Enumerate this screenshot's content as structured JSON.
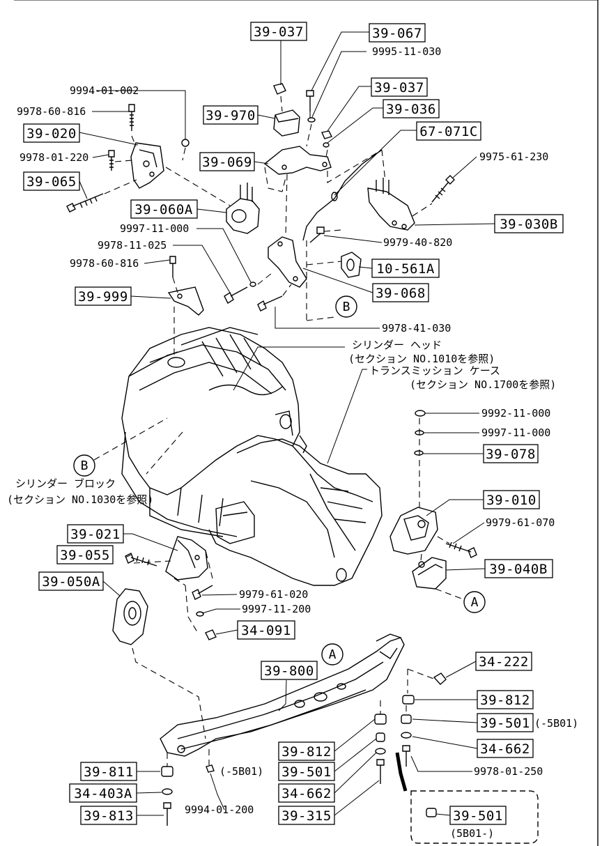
{
  "boxed_labels": {
    "l39_037a": "39-037",
    "l39_067": "39-067",
    "l39_037b": "39-037",
    "l39_036": "39-036",
    "l67_071c": "67-071C",
    "l39_970": "39-970",
    "l39_069": "39-069",
    "l39_020": "39-020",
    "l39_065": "39-065",
    "l39_060a": "39-060A",
    "l39_030b": "39-030B",
    "l10_561a": "10-561A",
    "l39_068": "39-068",
    "l39_999": "39-999",
    "l39_078": "39-078",
    "l39_010": "39-010",
    "l39_040b": "39-040B",
    "l39_021": "39-021",
    "l39_055": "39-055",
    "l39_050a": "39-050A",
    "l34_091": "34-091",
    "l39_800": "39-800",
    "l34_222": "34-222",
    "l39_812a": "39-812",
    "l39_501a": "39-501",
    "l34_662a": "34-662",
    "l39_812b": "39-812",
    "l39_501b": "39-501",
    "l34_662b": "34-662",
    "l39_315": "39-315",
    "l39_811": "39-811",
    "l34_403a": "34-403A",
    "l39_813": "39-813",
    "l39_501c": "39-501"
  },
  "plain_labels": {
    "p9995_11_030": "9995-11-030",
    "p9994_01_002": "9994-01-002",
    "p9978_60_816a": "9978-60-816",
    "p9978_01_220": "9978-01-220",
    "p9975_61_230": "9975-61-230",
    "p9997_11_000a": "9997-11-000",
    "p9978_11_025": "9978-11-025",
    "p9978_60_816b": "9978-60-816",
    "p9979_40_820": "9979-40-820",
    "p9978_41_030": "9978-41-030",
    "p9992_11_000": "9992-11-000",
    "p9997_11_000b": "9997-11-000",
    "p9979_61_070": "9979-61-070",
    "p9979_61_020": "9979-61-020",
    "p9997_11_200": "9997-11-200",
    "p9978_01_250": "9978-01-250",
    "p9994_01_200": "9994-01-200",
    "suffix_5b01_a": "(-5B01)",
    "suffix_5b01_b": "(-5B01)",
    "suffix_5b01_c": "(5B01-)"
  },
  "notes": {
    "cyl_head_1": "シリンダー ヘッド",
    "cyl_head_2": "(セクション NO.1010を参照)",
    "trans_1": "トランスミッション ケース",
    "trans_2": "(セクション NO.1700を参照)",
    "cyl_block_1": "シリンダー ブロック",
    "cyl_block_2": "(セクション NO.1030を参照)"
  },
  "callouts": {
    "a1": "A",
    "a2": "A",
    "b1": "B",
    "b2": "B"
  }
}
